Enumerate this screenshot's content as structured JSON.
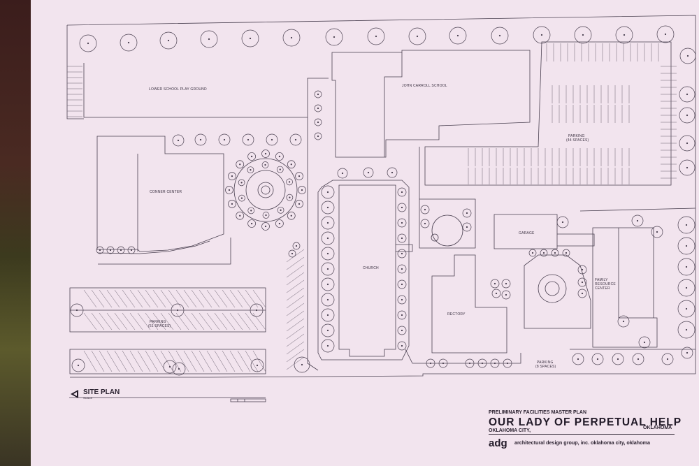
{
  "labels": {
    "lower_playground": "LOWER SCHOOL PLAY GROUND",
    "john_carroll": "JOHN CARROLL SCHOOL",
    "parking_north": "PARKING",
    "parking_north_count": "(44 SPACES)",
    "conner_center": "CONNER CENTER",
    "church": "CHURCH",
    "garage": "GARAGE",
    "rectory": "RECTORY",
    "family_resource": "FAMILY RESOURCE CENTER",
    "parking_west": "PARKING",
    "parking_west_count": "(51 SPACES)",
    "parking_south": "PARKING",
    "parking_south_count": "(8 SPACES)"
  },
  "site_plan": {
    "title": "SITE PLAN",
    "scale": "SCALE"
  },
  "title_block": {
    "subtitle": "PRELIMINARY FACILITIES MASTER PLAN",
    "title": "OUR LADY OF PERPETUAL HELP",
    "city": "OKLAHOMA CITY,",
    "state": "OKLAHOMA",
    "logo": "adg",
    "firm": "architectural design group, inc.  oklahoma city, oklahoma"
  },
  "colors": {
    "paper": "#f2e4ee",
    "ink": "#3a3040"
  }
}
